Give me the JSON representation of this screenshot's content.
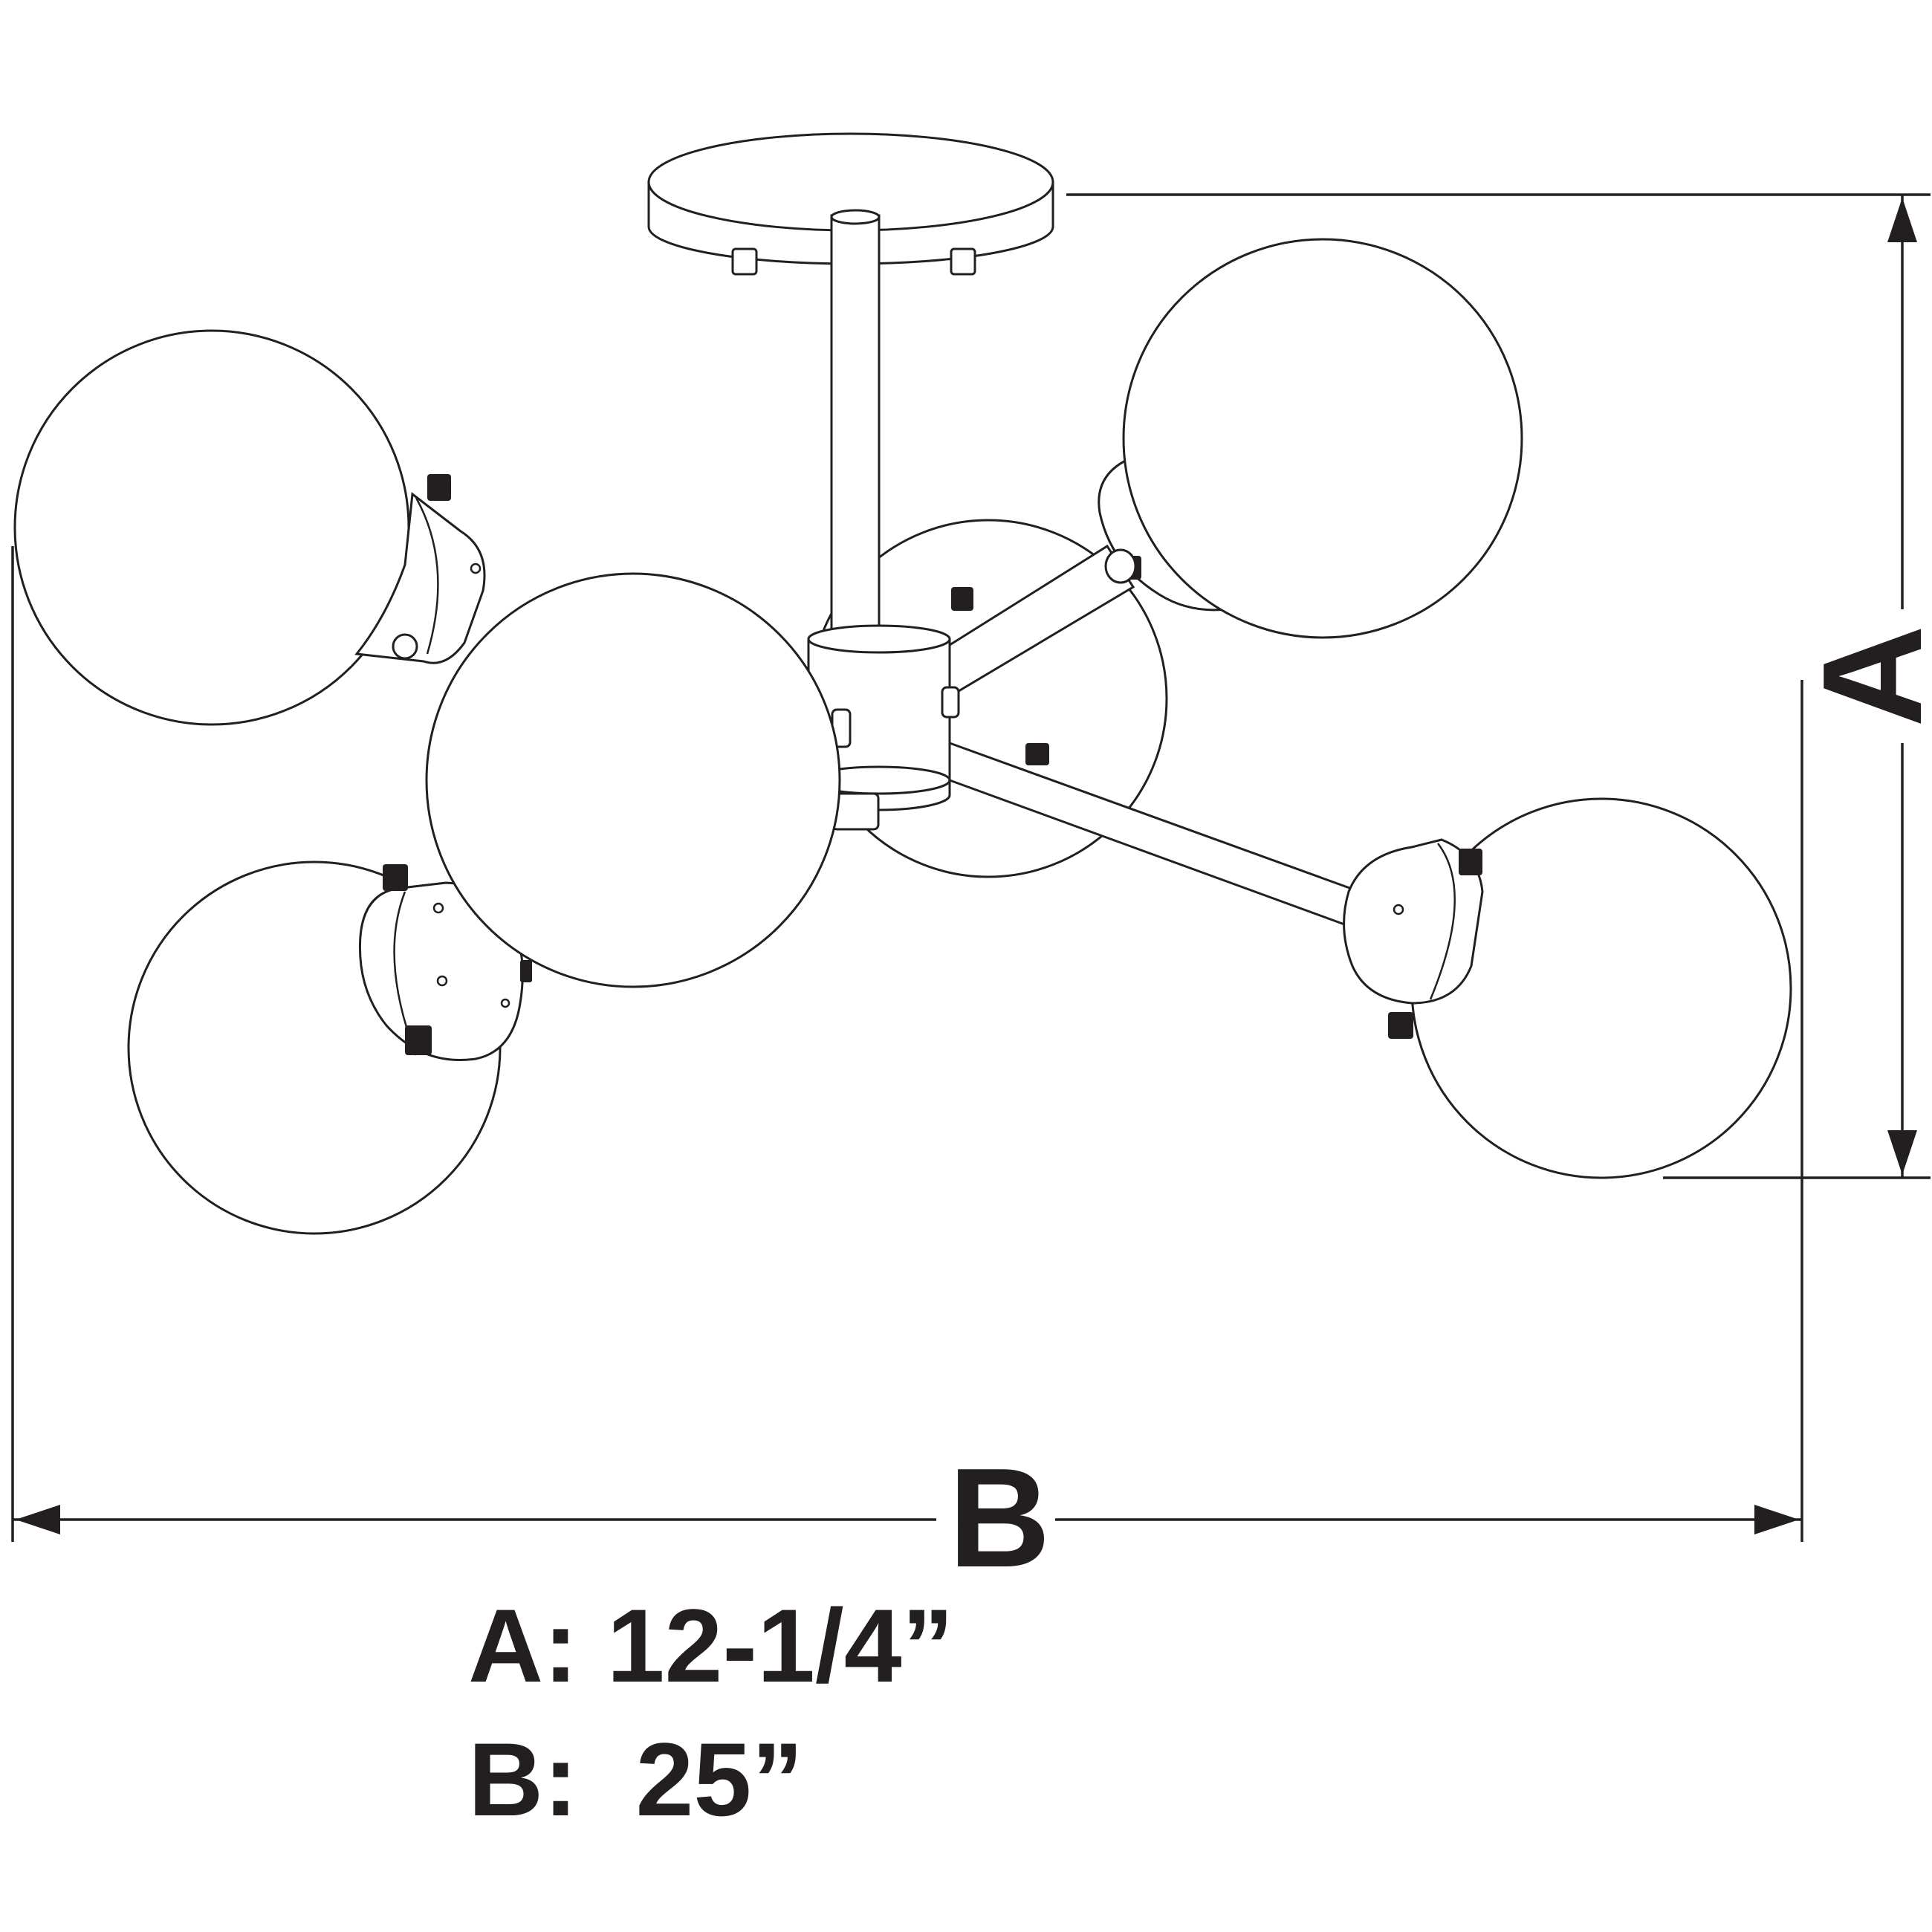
{
  "dimension_letters": {
    "height_letter": "A",
    "width_letter": "B"
  },
  "specs": [
    {
      "label": "A:",
      "value": "12-1/4”"
    },
    {
      "label": "B:",
      "value": "25”"
    }
  ],
  "colors": {
    "line": "#231f20",
    "background": "#ffffff"
  }
}
